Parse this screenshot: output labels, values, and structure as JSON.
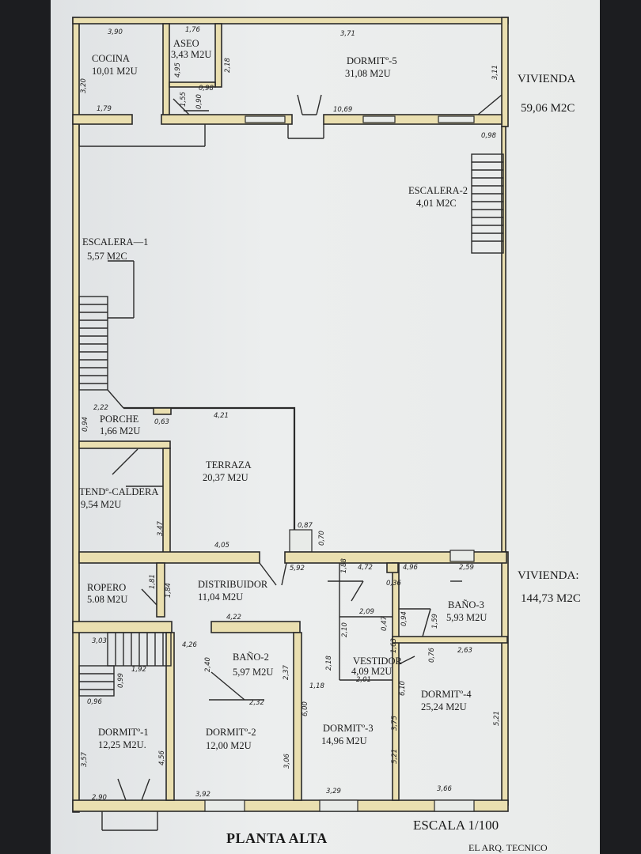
{
  "title": "PLANTA ALTA",
  "scale": "ESCALA 1/100",
  "signature": "EL ARQ. TECNICO",
  "totals": [
    {
      "label": "VIVIENDA",
      "value": "59,06 M2C"
    },
    {
      "label": "VIVIENDA:",
      "value": "144,73 M2C"
    }
  ],
  "rooms": {
    "cocina": {
      "name": "COCINA",
      "area": "10,01 M2U"
    },
    "aseo": {
      "name": "ASEO",
      "area": "3,43 M2U"
    },
    "dormit5": {
      "name": "DORMITº-5",
      "area": "31,08 M2U"
    },
    "escalera2": {
      "name": "ESCALERA-2",
      "area": "4,01 M2C"
    },
    "escalera1": {
      "name": "ESCALERA—1",
      "area": "5,57 M2C"
    },
    "porche": {
      "name": "PORCHE",
      "area": "1,66 M2U"
    },
    "terraza": {
      "name": "TERRAZA",
      "area": "20,37 M2U"
    },
    "tendcaldera": {
      "name": "TENDº-CALDERA",
      "area": "9,54 M2U"
    },
    "ropero": {
      "name": "ROPERO",
      "area": "5.08 M2U"
    },
    "distribuidor": {
      "name": "DISTRIBUIDOR",
      "area": "11,04 M2U"
    },
    "bano3": {
      "name": "BAÑO-3",
      "area": "5,93 M2U"
    },
    "vestidor": {
      "name": "VESTIDOR",
      "area": "4,09 M2U"
    },
    "bano2": {
      "name": "BAÑO-2",
      "area": "5,97 M2U"
    },
    "dormit4": {
      "name": "DORMITº-4",
      "area": "25,24 M2U"
    },
    "dormit3": {
      "name": "DORMITº-3",
      "area": "14,96 M2U"
    },
    "dormit2": {
      "name": "DORMITº-2",
      "area": "12,00 M2U"
    },
    "dormit1": {
      "name": "DORMITº-1",
      "area": "12,25 M2U."
    }
  },
  "dims": {
    "d390": "3,90",
    "d176": "1,76",
    "d371": "3,71",
    "d320": "3,20",
    "d495": "4,95",
    "d218a": "2,18",
    "d098a": "0,98",
    "d179": "1,79",
    "d155": "1,55",
    "d090": "0,90",
    "d1069": "10,69",
    "d311": "3,11",
    "d098b": "0,98",
    "d222": "2,22",
    "d094": "0,94",
    "d063": "0,63",
    "d421": "4,21",
    "d347": "3,47",
    "d087": "0,87",
    "d070": "0,70",
    "d405": "4,05",
    "d592": "5,92",
    "d188": "1,88",
    "d472": "4,72",
    "d036": "0,36",
    "d496": "4,96",
    "d259": "2,59",
    "d181": "1,81",
    "d184": "1,84",
    "d209": "2,09",
    "d210": "2,10",
    "d047": "0,47",
    "d163": "1,63",
    "d094b": "0,94",
    "d159": "1,59",
    "d422": "4,22",
    "d303": "3,03",
    "d426": "4,26",
    "d218b": "2,18",
    "d263": "2,63",
    "d076": "0,76",
    "d240": "2,40",
    "d237": "2,37",
    "d192": "1,92",
    "d099": "0,99",
    "d118": "1,18",
    "d201": "2,01",
    "d610": "6,10",
    "d232": "2,32",
    "d096": "0,96",
    "d600": "6,00",
    "d375": "3,75",
    "d521a": "5,21",
    "d521b": "5,21",
    "d357": "3,57",
    "d456": "4,56",
    "d306": "3,06",
    "d290": "2,90",
    "d392": "3,92",
    "d329": "3,29",
    "d366": "3,66"
  }
}
